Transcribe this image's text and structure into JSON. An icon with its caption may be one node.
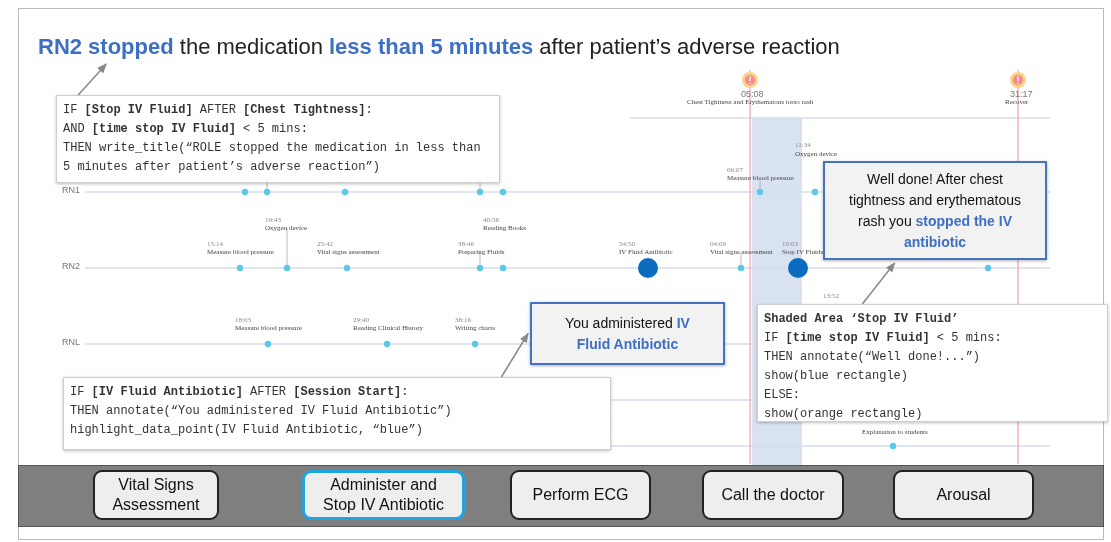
{
  "diagram": {
    "nodes": [
      {
        "text": [
          "**RN2 stopped** the medication **less than 5 minutes** after patient’s adverse reaction"
        ]
      },
      {
        "text": [
          "IF **[Stop IV Fluid]** AFTER **[Chest Tightness]**:",
          "AND **[time stop IV Fluid]** < 5 mins:",
          "THEN write_title(“ROLE stopped the medication in less than 5 minutes after patient’s adverse reaction”)"
        ]
      },
      {
        "text": [
          "Well done! After chest tightness and erythematous rash you **stopped the IV antibiotic**"
        ]
      },
      {
        "text": [
          "**Shaded Area ‘Stop IV Fluid’**",
          "IF **[time stop IV Fluid]** < 5 mins:",
          "THEN annotate(“Well done!...”)",
          "show(blue rectangle)",
          "ELSE:",
          "show(orange rectangle)"
        ]
      },
      {
        "text": [
          "You administered **IV Fluid Antibiotic**"
        ]
      },
      {
        "text": [
          "IF **[IV Fluid Antibiotic]** AFTER **[Session Start]**:",
          "THEN annotate(“You administered IV Fluid Antibiotic”)",
          "highlight_data_point(IV Fluid Antibiotic, “blue”)"
        ]
      },
      {
        "text": [
          "Vital Signs Assessment"
        ]
      },
      {
        "text": [
          "Administer and Stop IV Antibiotic"
        ]
      },
      {
        "text": [
          "Perform ECG"
        ]
      },
      {
        "text": [
          "Call the doctor"
        ]
      },
      {
        "text": [
          "Arousal"
        ]
      }
    ],
    "edges": [
      {
        "from": 1,
        "to": 0,
        "arrow": "to"
      },
      {
        "from": 3,
        "to": 2,
        "arrow": "to"
      },
      {
        "from": 5,
        "to": 4,
        "arrow": "to"
      }
    ],
    "labels": [
      "05:08",
      "Chest Tightness and Erythematous torso rash",
      "31:17",
      "Recover",
      "11:34",
      "Oxygen device",
      "06:07",
      "Measure blood pressure",
      "RN1",
      "19:43",
      "Oxygen device",
      "40:56",
      "Reading Books",
      "15:14",
      "Measure blood pressure",
      "25:42",
      "Vital signs assessment",
      "38:46",
      "Preparing Fluids",
      "54:50",
      "IV Fluid Antibiotic",
      "04:09",
      "Vital signs assessment",
      "10:03",
      "Stop IV Fluids",
      "RN2",
      "13:52",
      "18:03",
      "Measure blood pressure",
      "29:40",
      "Reading Clinical History",
      "38:16",
      "Writing charts",
      "RNL",
      "Explanation to students"
    ]
  }
}
